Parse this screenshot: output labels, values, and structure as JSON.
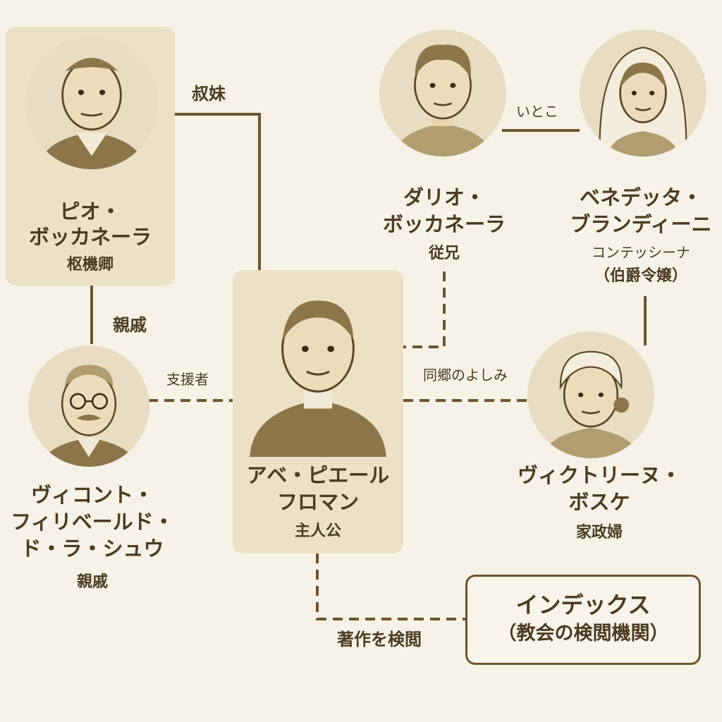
{
  "people": {
    "pio": {
      "name_line1": "ピオ・",
      "name_line2": "ボッカネーラ",
      "role": "枢機卿"
    },
    "dario": {
      "name_line1": "ダリオ・",
      "name_line2": "ボッカネーラ",
      "role": "従兄"
    },
    "benedetta": {
      "name_line1": "ベネデッタ・",
      "name_line2": "ブランディーニ",
      "role_line1": "コンテッシーナ",
      "role_line2": "（伯爵令嬢）"
    },
    "pierre": {
      "name_line1": "アベ・ピエール",
      "name_line2": "フロマン",
      "role": "主人公"
    },
    "philibert": {
      "name_line1": "ヴィコント・",
      "name_line2": "フィリベールド・",
      "name_line3": "ド・ラ・シュウ",
      "role": "親戚"
    },
    "victorine": {
      "name_line1": "ヴィクトリーヌ・",
      "name_line2": "ボスケ",
      "role": "家政婦"
    }
  },
  "relations": {
    "pio_pierre": "叔妹",
    "pio_philibert": "親戚",
    "dario_benedetta": "いとこ",
    "philibert_pierre": "支援者",
    "pierre_victorine": "同郷のよしみ",
    "pierre_index": "著作を検閲"
  },
  "index_box": {
    "title": "インデックス",
    "subtitle": "（教会の検閲機関）"
  },
  "colors": {
    "background": "#f7f2e7",
    "panel": "#ece0c6",
    "line": "#6b5530",
    "text": "#4a3b22"
  }
}
